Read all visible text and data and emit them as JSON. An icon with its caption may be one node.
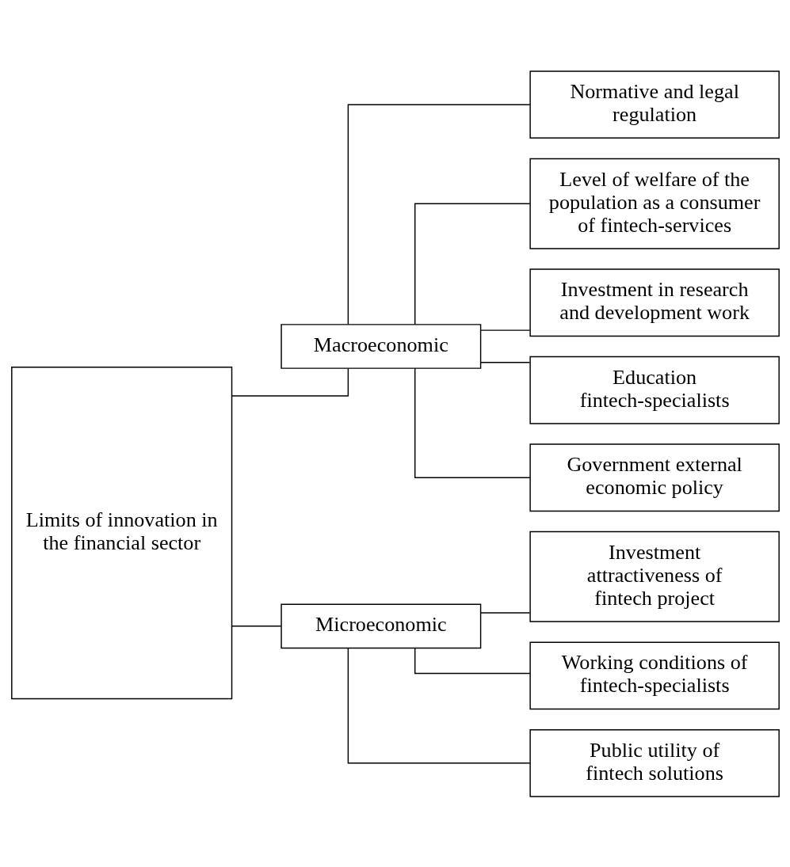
{
  "diagram": {
    "nodes": [
      {
        "text": [
          "Limits of innovation in the financial sector"
        ]
      },
      {
        "text": [
          "Macroeconomic"
        ]
      },
      {
        "text": [
          "Microeconomic"
        ]
      },
      {
        "text": [
          "Normative and legal regulation"
        ]
      },
      {
        "text": [
          "Level of welfare of the population as a consumer of fintech-services"
        ]
      },
      {
        "text": [
          "Investment in research and development work"
        ]
      },
      {
        "text": [
          "Education fintech-specialists"
        ]
      },
      {
        "text": [
          "Government external economic policy"
        ]
      },
      {
        "text": [
          "Investment attractiveness of fintech project"
        ]
      },
      {
        "text": [
          "Working conditions of fintech-specialists"
        ]
      },
      {
        "text": [
          "Public utility of fintech solutions"
        ]
      }
    ],
    "edges": [
      {
        "from": 0,
        "to": 1,
        "arrow": "none"
      },
      {
        "from": 0,
        "to": 2,
        "arrow": "none"
      },
      {
        "from": 1,
        "to": 3,
        "arrow": "none"
      },
      {
        "from": 1,
        "to": 4,
        "arrow": "none"
      },
      {
        "from": 1,
        "to": 5,
        "arrow": "none"
      },
      {
        "from": 1,
        "to": 6,
        "arrow": "none"
      },
      {
        "from": 1,
        "to": 7,
        "arrow": "none"
      },
      {
        "from": 2,
        "to": 8,
        "arrow": "none"
      },
      {
        "from": 2,
        "to": 9,
        "arrow": "none"
      },
      {
        "from": 2,
        "to": 10,
        "arrow": "none"
      }
    ]
  }
}
